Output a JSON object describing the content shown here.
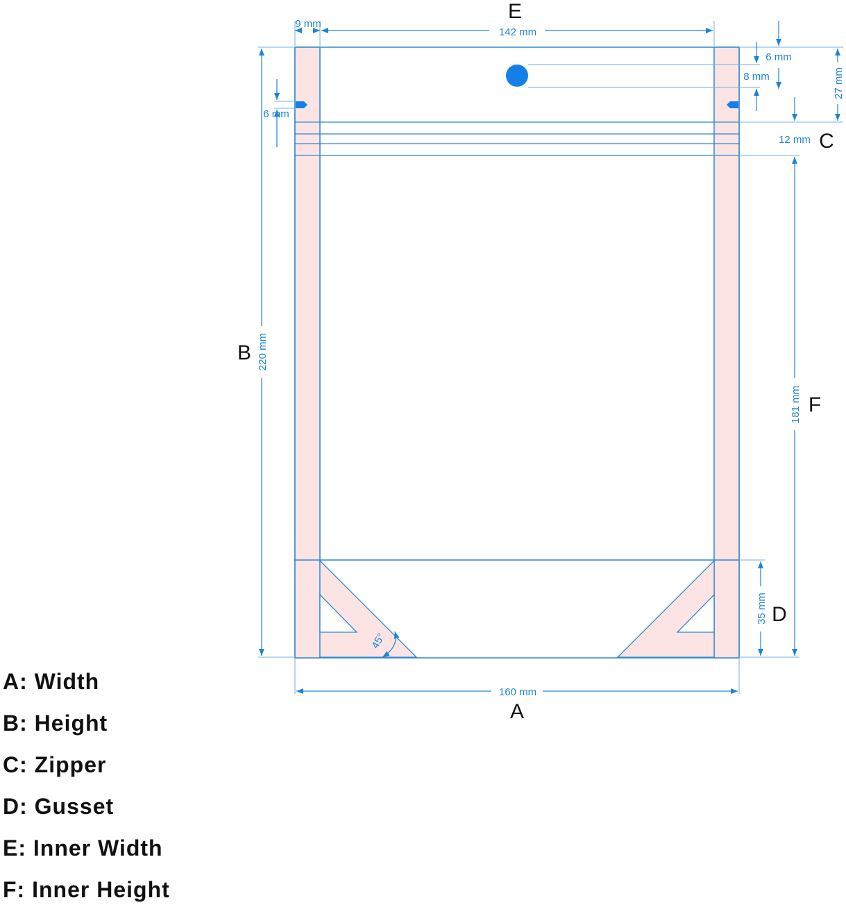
{
  "colors": {
    "outline": "#2f86d0",
    "seal_fill": "#fde4e4",
    "accent": "#1580e8",
    "text_dim": "#1e84d8",
    "text_main": "#111111"
  },
  "letters": {
    "a": "A",
    "b": "B",
    "c": "C",
    "d": "D",
    "e": "E",
    "f": "F"
  },
  "dimensions": {
    "seal_width": "9 mm",
    "inner_width": "142 mm",
    "hang_hole_top": "6 mm",
    "hang_hole_diameter": "8 mm",
    "top_to_zipper": "27 mm",
    "tear_notch": "6 mm",
    "zipper": "12 mm",
    "height": "220 mm",
    "inner_height": "181 mm",
    "gusset": "35 mm",
    "angle": "45°",
    "width": "160 mm"
  },
  "legend": [
    {
      "letter": "A",
      "text": "A: Width"
    },
    {
      "letter": "B",
      "text": "B: Height"
    },
    {
      "letter": "C",
      "text": "C: Zipper"
    },
    {
      "letter": "D",
      "text": "D: Gusset"
    },
    {
      "letter": "E",
      "text": "E: Inner Width"
    },
    {
      "letter": "F",
      "text": "F: Inner Height"
    }
  ]
}
